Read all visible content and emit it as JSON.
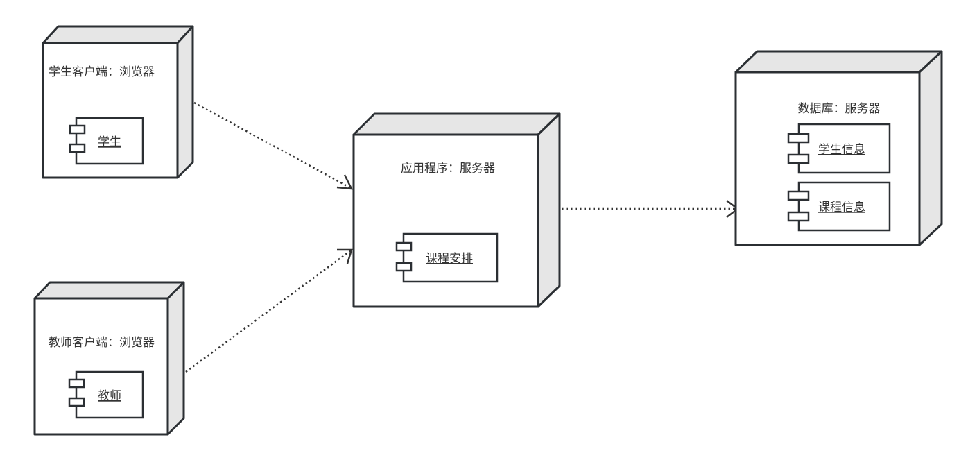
{
  "diagram": {
    "type": "UML deployment diagram",
    "nodes": [
      {
        "id": "student_client",
        "label": "学生客户端：浏览器",
        "components": [
          "学生"
        ]
      },
      {
        "id": "teacher_client",
        "label": "教师客户端：浏览器",
        "components": [
          "教师"
        ]
      },
      {
        "id": "app_server",
        "label": "应用程序：服务器",
        "components": [
          "课程安排"
        ]
      },
      {
        "id": "db_server",
        "label": "数据库：服务器",
        "components": [
          "学生信息",
          "课程信息"
        ]
      }
    ],
    "edges": [
      {
        "from": "student_client",
        "to": "app_server",
        "style": "dotted-open-arrow"
      },
      {
        "from": "teacher_client",
        "to": "app_server",
        "style": "dotted-open-arrow"
      },
      {
        "from": "app_server",
        "to": "db_server",
        "style": "dotted-open-arrow"
      }
    ],
    "colors": {
      "stroke": "#2b2f33",
      "side": "#e6e6e6",
      "front": "#ffffff"
    }
  }
}
